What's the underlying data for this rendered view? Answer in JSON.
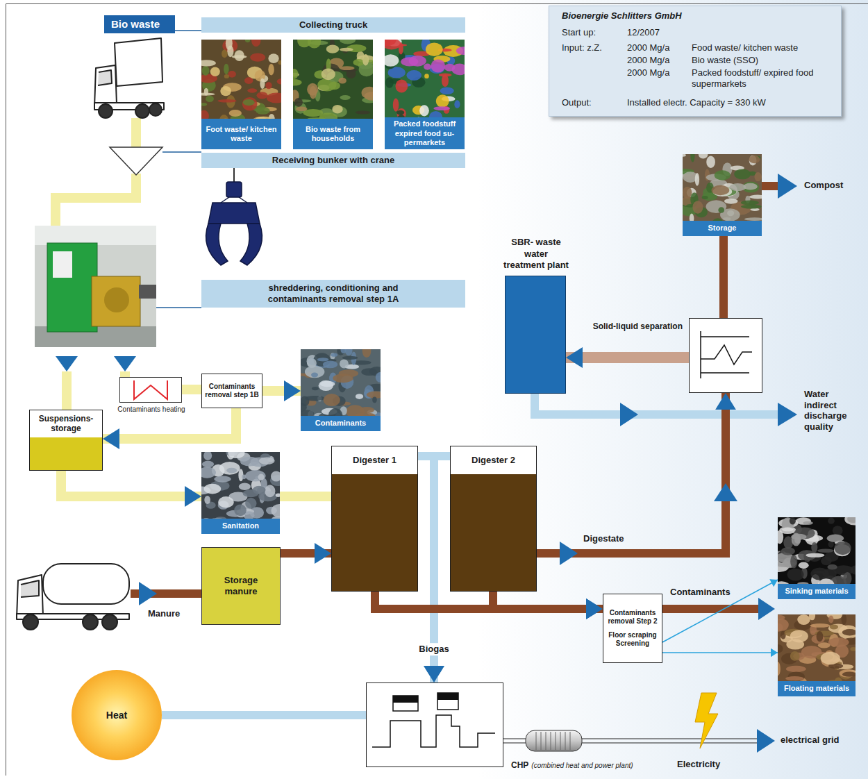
{
  "diagram": {
    "nodes": [
      {
        "text": [
          "Bio waste"
        ]
      },
      {
        "text": [
          "Collecting truck"
        ]
      },
      {
        "text": [
          "Foot waste/ kitchen waste"
        ]
      },
      {
        "text": [
          "Bio waste from households"
        ]
      },
      {
        "text": [
          "Packed foodstuff expired food su- permarkets"
        ]
      },
      {
        "text": [
          "Receiving bunker with crane"
        ]
      },
      {
        "text": [
          "Bioenergie Schlitters GmbH",
          "Start up:",
          "12/2007",
          "Input: z.Z.",
          "2000 Mg/a",
          "Food waste/ kitchen waste",
          "2000 Mg/a",
          "Bio waste (SSO)",
          "2000 Mg/a",
          "Packed foodstuff/ expired food supermarkets",
          "Output:",
          "Installed electr. Capacity = 330 kW"
        ]
      },
      {
        "text": [
          "shreddering, conditioning and contaminants removal step 1A"
        ]
      },
      {
        "text": [
          "Contaminants heating"
        ]
      },
      {
        "text": [
          "Contaminants removal step 1B"
        ]
      },
      {
        "text": [
          "Contaminants"
        ]
      },
      {
        "text": [
          "Suspensions-storage"
        ]
      },
      {
        "text": [
          "Sanitation"
        ]
      },
      {
        "text": [
          "Digester 1"
        ]
      },
      {
        "text": [
          "Digester 2"
        ]
      },
      {
        "text": [
          "Storage manure"
        ]
      },
      {
        "text": [
          "CHP",
          "(combined heat and power plant)"
        ]
      },
      {
        "text": [
          "Heat"
        ]
      },
      {
        "text": [
          "Contaminants removal Step 2",
          "Floor scraping Screening"
        ]
      },
      {
        "text": [
          "Sinking materials"
        ]
      },
      {
        "text": [
          "Floating materials"
        ]
      },
      {
        "text": [
          "SBR- waste water treatment plant"
        ]
      },
      {
        "text": [
          "Solid-liquid separation"
        ]
      },
      {
        "text": [
          "Storage"
        ]
      }
    ],
    "edges": [
      {
        "from": 0,
        "to": 1,
        "arrow": "none"
      },
      {
        "from": 8,
        "to": 9,
        "arrow": "none"
      },
      {
        "from": 9,
        "to": 10,
        "arrow": "to"
      },
      {
        "from": 9,
        "to": 11,
        "arrow": "to"
      },
      {
        "from": 11,
        "to": 12,
        "arrow": "to"
      },
      {
        "from": 12,
        "to": 13,
        "arrow": "none"
      },
      {
        "from": 15,
        "to": 13,
        "arrow": "to"
      },
      {
        "from": 13,
        "to": 16,
        "label": "Biogas",
        "arrow": "to"
      },
      {
        "from": 14,
        "to": 16,
        "arrow": "to"
      },
      {
        "from": 16,
        "to": 17,
        "arrow": "none"
      },
      {
        "from": 13,
        "to": 18,
        "arrow": "to"
      },
      {
        "from": 14,
        "to": 18,
        "arrow": "to"
      },
      {
        "from": 18,
        "to": 19,
        "arrow": "to"
      },
      {
        "from": 18,
        "to": 20,
        "arrow": "to"
      },
      {
        "from": 14,
        "to": 22,
        "label": "Digestate",
        "arrow": "to"
      },
      {
        "from": 22,
        "to": 21,
        "arrow": "to"
      },
      {
        "from": 22,
        "to": 23,
        "arrow": "none"
      }
    ],
    "labels": [
      "Manure",
      "Compost",
      "Water indirect discharge quality",
      "Contaminants",
      "Electricity",
      "electrical grid"
    ]
  }
}
